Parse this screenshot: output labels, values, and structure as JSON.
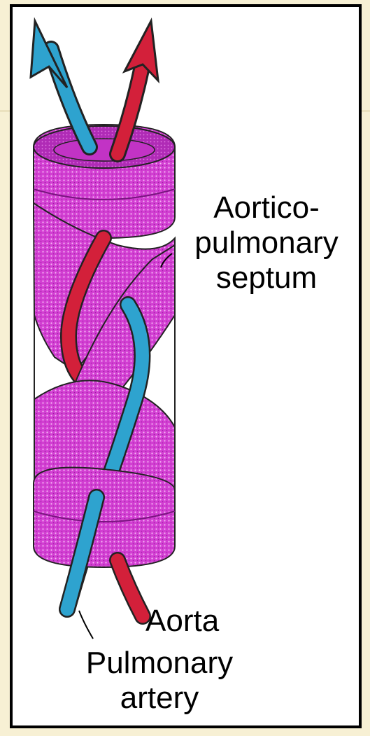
{
  "labels": {
    "aortico_pulmonary_septum": [
      "Aortico-",
      "pulmonary",
      "septum"
    ],
    "aorta": "Aorta",
    "pulmonary_artery": [
      "Pulmonary",
      "artery"
    ]
  },
  "colors": {
    "background": "#f7f0d4",
    "frame_border": "#000000",
    "septum_magenta": "#d23fd2",
    "septum_dark": "#a11fa8",
    "aorta_red": "#d3203a",
    "pulmonary_blue": "#2ea3cf"
  }
}
